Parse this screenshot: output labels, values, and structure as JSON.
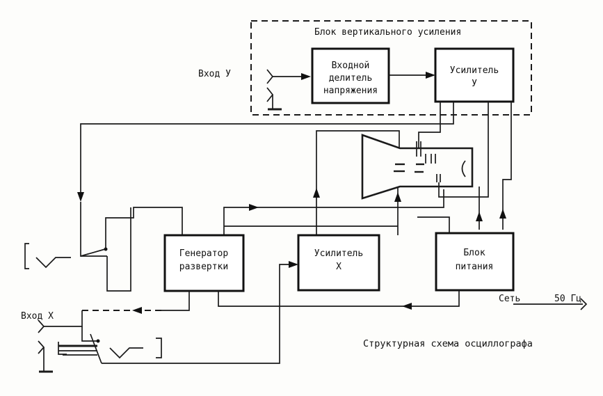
{
  "group": {
    "title": "Блок вертикального усиления"
  },
  "inputs": {
    "y": "Вход У",
    "x": "Вход X"
  },
  "blocks": {
    "divider": [
      "Входной",
      "делитель",
      "напряжения"
    ],
    "amp_y": [
      "Усилитель",
      "У"
    ],
    "sweep": [
      "Генератор",
      "развертки"
    ],
    "amp_x": [
      "Усилитель",
      "X"
    ],
    "power": [
      "Блок",
      "питания"
    ]
  },
  "mains": {
    "label": "Сеть",
    "freq": "50 Гц"
  },
  "caption": "Структурная схема осциллографа"
}
